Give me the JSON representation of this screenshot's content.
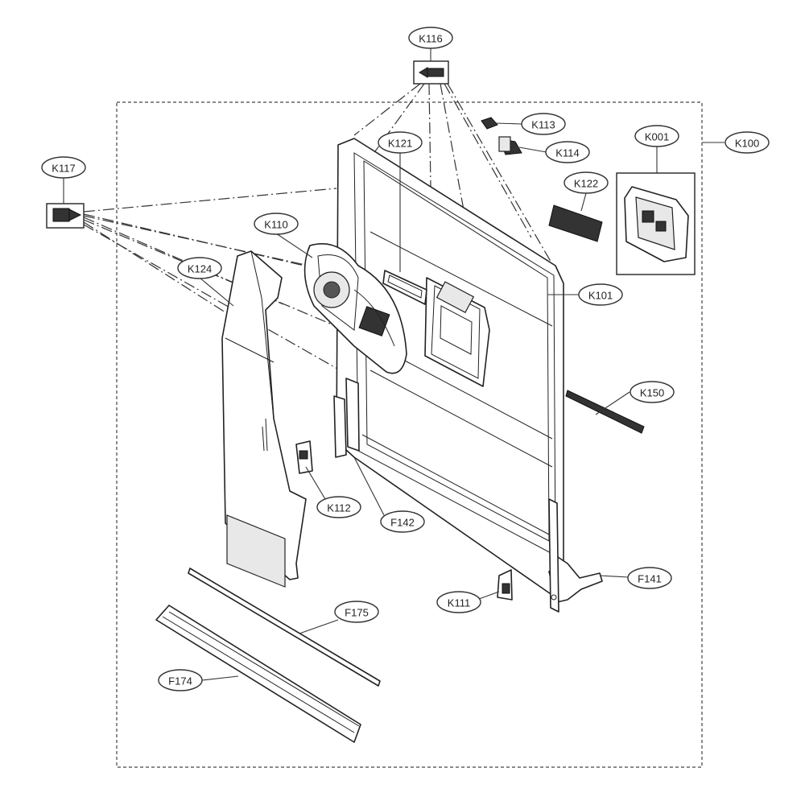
{
  "labels": [
    {
      "id": "k116",
      "text": "K116"
    },
    {
      "id": "k117",
      "text": "K117"
    },
    {
      "id": "k113",
      "text": "K113"
    },
    {
      "id": "k114",
      "text": "K114"
    },
    {
      "id": "k001",
      "text": "K001"
    },
    {
      "id": "k100",
      "text": "K100"
    },
    {
      "id": "k121",
      "text": "K121"
    },
    {
      "id": "k122",
      "text": "K122"
    },
    {
      "id": "k110",
      "text": "K110"
    },
    {
      "id": "k124",
      "text": "K124"
    },
    {
      "id": "k101",
      "text": "K101"
    },
    {
      "id": "k150",
      "text": "K150"
    },
    {
      "id": "k112",
      "text": "K112"
    },
    {
      "id": "f142",
      "text": "F142"
    },
    {
      "id": "f141",
      "text": "F141"
    },
    {
      "id": "k111",
      "text": "K111"
    },
    {
      "id": "f175",
      "text": "F175"
    },
    {
      "id": "f174",
      "text": "F174"
    }
  ]
}
